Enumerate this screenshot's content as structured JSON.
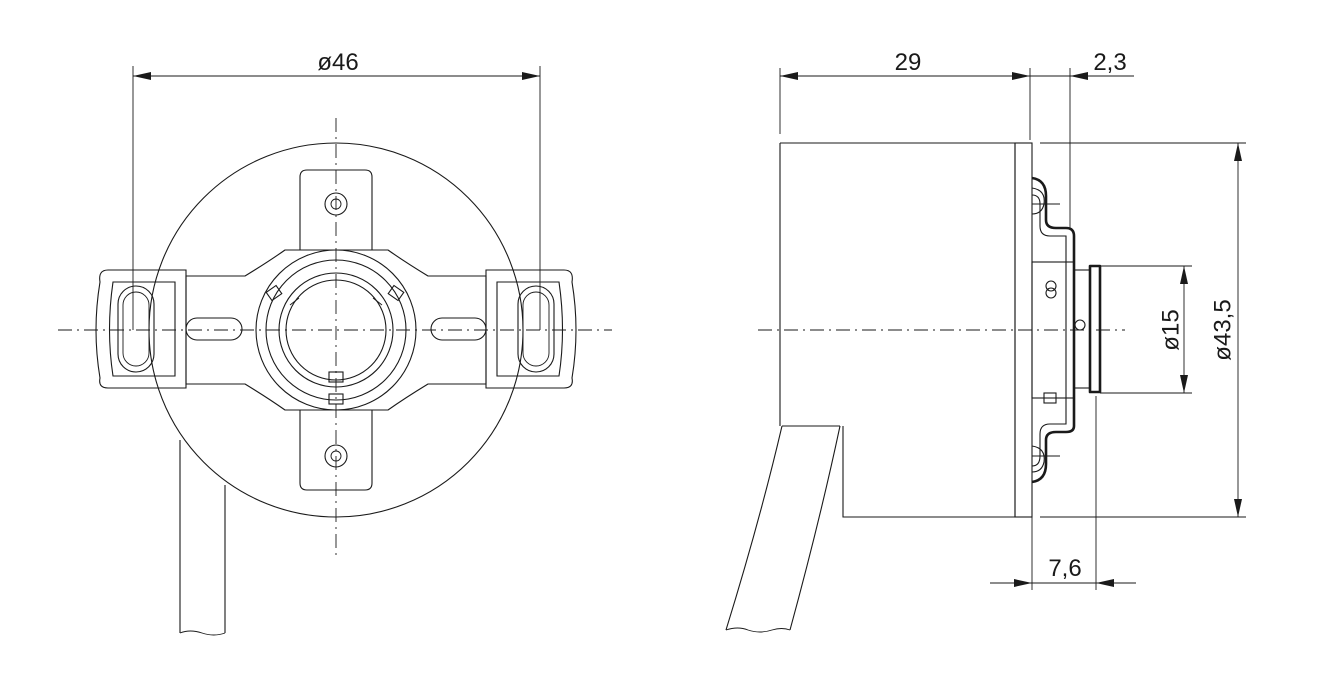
{
  "dimensions": {
    "front_outer_diameter": "ø46",
    "side_length": "29",
    "flange_thickness": "2,3",
    "shaft_diameter": "ø15",
    "housing_diameter": "ø43,5",
    "bottom_offset": "7,6"
  }
}
